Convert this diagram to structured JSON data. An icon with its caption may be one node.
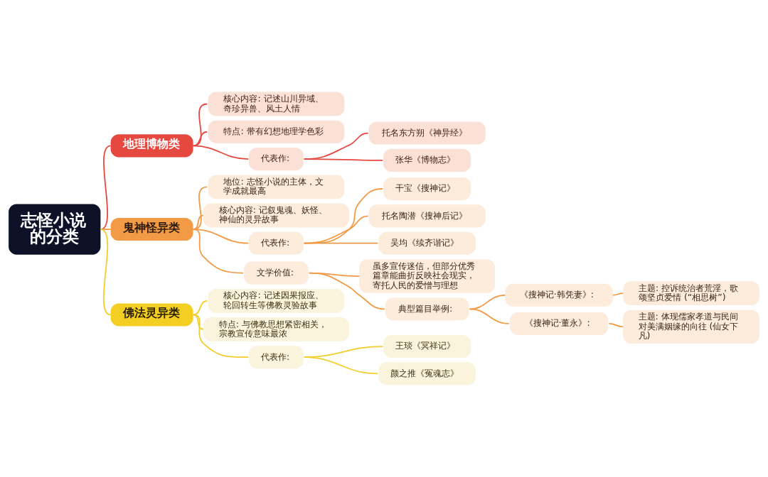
{
  "diagram": {
    "nodes": [
      {
        "text": [
          "志怪小说的分类"
        ]
      },
      {
        "text": [
          "地理博物类"
        ]
      },
      {
        "text": [
          "核心内容: 记述山川异域、奇珍异兽、风土人情"
        ]
      },
      {
        "text": [
          "特点: 带有幻想地理学色彩"
        ]
      },
      {
        "text": [
          "代表作:"
        ]
      },
      {
        "text": [
          "托名东方朔《神异经》"
        ]
      },
      {
        "text": [
          "张华《博物志》"
        ]
      },
      {
        "text": [
          "鬼神怪异类"
        ]
      },
      {
        "text": [
          "地位: 志怪小说的主体，文学成就最高"
        ]
      },
      {
        "text": [
          "核心内容: 记叙鬼魂、妖怪、神仙的灵异故事"
        ]
      },
      {
        "text": [
          "代表作:"
        ]
      },
      {
        "text": [
          "干宝《搜神记》"
        ]
      },
      {
        "text": [
          "托名陶潜《搜神后记》"
        ]
      },
      {
        "text": [
          "吴均《续齐谐记》"
        ]
      },
      {
        "text": [
          "文学价值:"
        ]
      },
      {
        "text": [
          "虽多宣传迷信，但部分优秀篇章能曲折反映社会现实，寄托人民的爱憎与理想"
        ]
      },
      {
        "text": [
          "典型篇目举例:"
        ]
      },
      {
        "text": [
          "《搜神记·韩凭妻》:"
        ]
      },
      {
        "text": [
          "主题: 控诉统治者荒淫，歌颂坚贞爱情 (“相思树”)"
        ]
      },
      {
        "text": [
          "《搜神记·董永》:"
        ]
      },
      {
        "text": [
          "主题: 体现儒家孝道与民间对美满姻缘的向往 (仙女下凡)"
        ]
      },
      {
        "text": [
          "佛法灵异类"
        ]
      },
      {
        "text": [
          "核心内容: 记述因果报应、轮回转生等佛教灵验故事"
        ]
      },
      {
        "text": [
          "特点: 与佛教思想紧密相关，宗教宣传意味最浓"
        ]
      },
      {
        "text": [
          "代表作:"
        ]
      },
      {
        "text": [
          "王琰《冥祥记》"
        ]
      },
      {
        "text": [
          "颜之推《冤魂志》"
        ]
      }
    ],
    "edges": [
      {
        "from": 0,
        "to": 1,
        "arrow": "none",
        "color": "#e5483f"
      },
      {
        "from": 1,
        "to": 2,
        "arrow": "none",
        "color": "#e5483f"
      },
      {
        "from": 1,
        "to": 3,
        "arrow": "none",
        "color": "#e5483f"
      },
      {
        "from": 1,
        "to": 4,
        "arrow": "none",
        "color": "#e5483f"
      },
      {
        "from": 4,
        "to": 5,
        "arrow": "none",
        "color": "#e5483f"
      },
      {
        "from": 4,
        "to": 6,
        "arrow": "none",
        "color": "#e5483f"
      },
      {
        "from": 0,
        "to": 7,
        "arrow": "none"
      },
      {
        "from": 7,
        "to": 8,
        "arrow": "none"
      },
      {
        "from": 7,
        "to": 9,
        "arrow": "none"
      },
      {
        "from": 7,
        "to": 10,
        "arrow": "none"
      },
      {
        "from": 10,
        "to": 11,
        "arrow": "none"
      },
      {
        "from": 10,
        "to": 12,
        "arrow": "none"
      },
      {
        "from": 10,
        "to": 13,
        "arrow": "none"
      },
      {
        "from": 7,
        "to": 14,
        "arrow": "none"
      },
      {
        "from": 14,
        "to": 15,
        "arrow": "none"
      },
      {
        "from": 14,
        "to": 16,
        "arrow": "none"
      },
      {
        "from": 16,
        "to": 17,
        "arrow": "none"
      },
      {
        "from": 17,
        "to": 18,
        "arrow": "none"
      },
      {
        "from": 16,
        "to": 19,
        "arrow": "none"
      },
      {
        "from": 19,
        "to": 20,
        "arrow": "none"
      },
      {
        "from": 0,
        "to": 21,
        "arrow": "none",
        "color": "#f2cd2b"
      },
      {
        "from": 21,
        "to": 22,
        "arrow": "none",
        "color": "#f2cd2b"
      },
      {
        "from": 21,
        "to": 23,
        "arrow": "none",
        "color": "#f2cd2b"
      },
      {
        "from": 21,
        "to": 24,
        "arrow": "none",
        "color": "#f2cd2b"
      },
      {
        "from": 24,
        "to": 25,
        "arrow": "none",
        "color": "#f2cd2b"
      },
      {
        "from": 24,
        "to": 26,
        "arrow": "none",
        "color": "#f2cd2b"
      }
    ]
  }
}
